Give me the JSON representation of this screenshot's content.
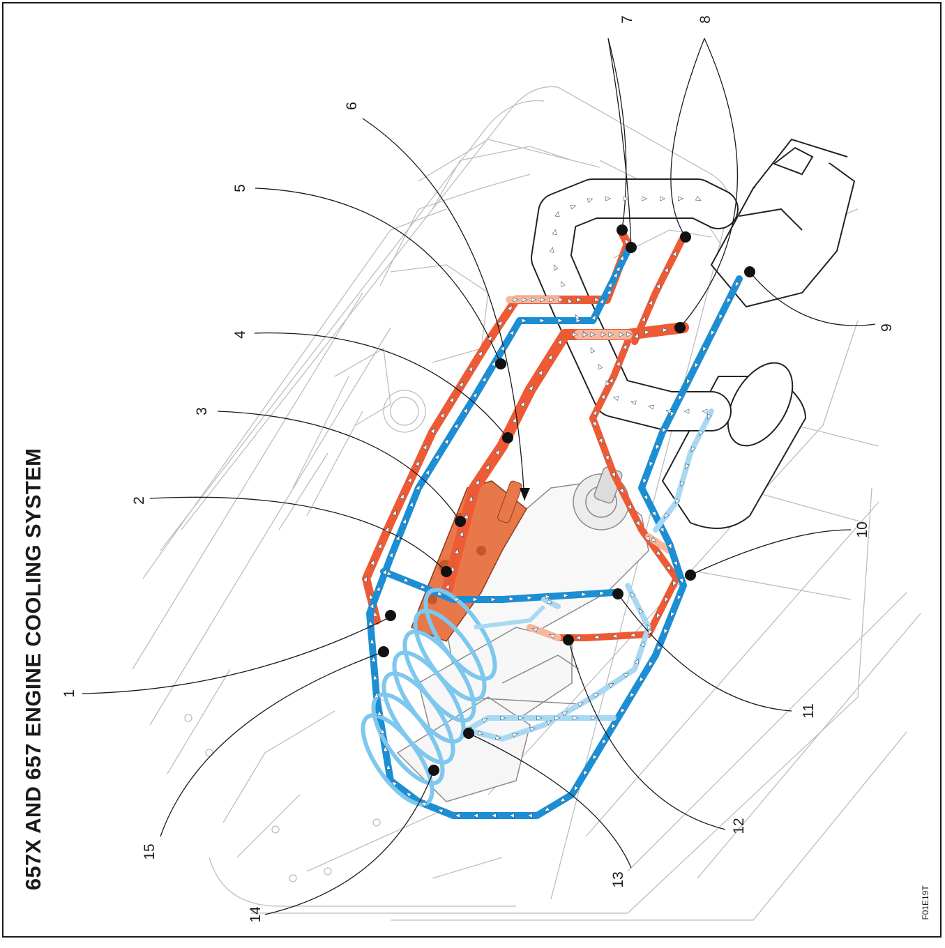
{
  "title": "657X AND 657 ENGINE COOLING SYSTEM",
  "figure_code": "F01E19T",
  "callouts": [
    "1",
    "2",
    "3",
    "4",
    "5",
    "6",
    "7",
    "8",
    "9",
    "10",
    "11",
    "12",
    "13",
    "14",
    "15"
  ],
  "colors": {
    "hot_water": "#ee5a33",
    "hot_water_light": "#f7b79c",
    "cold_water": "#1b8fd6",
    "cold_water_light": "#a9d8f3",
    "cylinder": "#e8774a",
    "outline": "#b8b8b8",
    "ink": "#1a1a1a"
  },
  "icons": [
    "flow-arrow",
    "callout-dot"
  ]
}
